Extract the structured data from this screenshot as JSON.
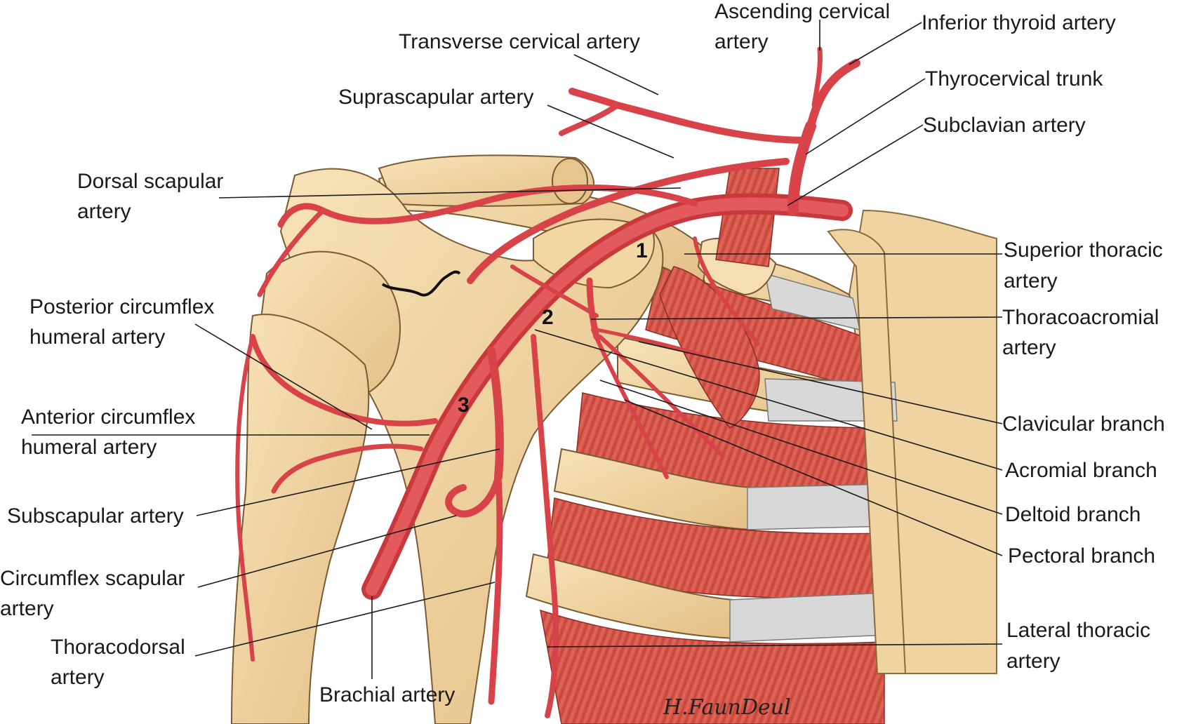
{
  "colors": {
    "bone": "#f3d9a8",
    "bone_shadow": "#d9ae72",
    "bone_outline": "#7a5a33",
    "muscle": "#d9574a",
    "muscle_dark": "#b23b30",
    "cartilage": "#d6d6d6",
    "artery": "#e0474a",
    "artery_dark": "#b92f34",
    "label_text": "#1a1a1a"
  },
  "labels": {
    "ascending_cervical": [
      "Ascending cervical",
      "artery"
    ],
    "inferior_thyroid": [
      "Inferior thyroid artery"
    ],
    "transverse_cervical": [
      "Transverse cervical artery"
    ],
    "thyrocervical_trunk": [
      "Thyrocervical trunk"
    ],
    "suprascapular": [
      "Suprascapular artery"
    ],
    "subclavian": [
      "Subclavian artery"
    ],
    "dorsal_scapular": [
      "Dorsal scapular",
      "artery"
    ],
    "superior_thoracic": [
      "Superior thoracic",
      "artery"
    ],
    "posterior_circumflex": [
      "Posterior circumflex",
      "humeral artery"
    ],
    "thoracoacromial": [
      "Thoracoacromial",
      "artery"
    ],
    "anterior_circumflex": [
      "Anterior circumflex",
      "humeral artery"
    ],
    "clavicular_branch": [
      "Clavicular branch"
    ],
    "acromial_branch": [
      "Acromial branch"
    ],
    "subscapular": [
      "Subscapular artery"
    ],
    "deltoid_branch": [
      "Deltoid branch"
    ],
    "pectoral_branch": [
      "Pectoral branch"
    ],
    "circumflex_scapular": [
      "Circumflex scapular",
      "artery"
    ],
    "thoracodorsal": [
      "Thoracodorsal",
      "artery"
    ],
    "lateral_thoracic": [
      "Lateral thoracic",
      "artery"
    ],
    "brachial": [
      "Brachial artery"
    ]
  },
  "segments": [
    "1",
    "2",
    "3"
  ],
  "signature": "H.FaunDeul"
}
